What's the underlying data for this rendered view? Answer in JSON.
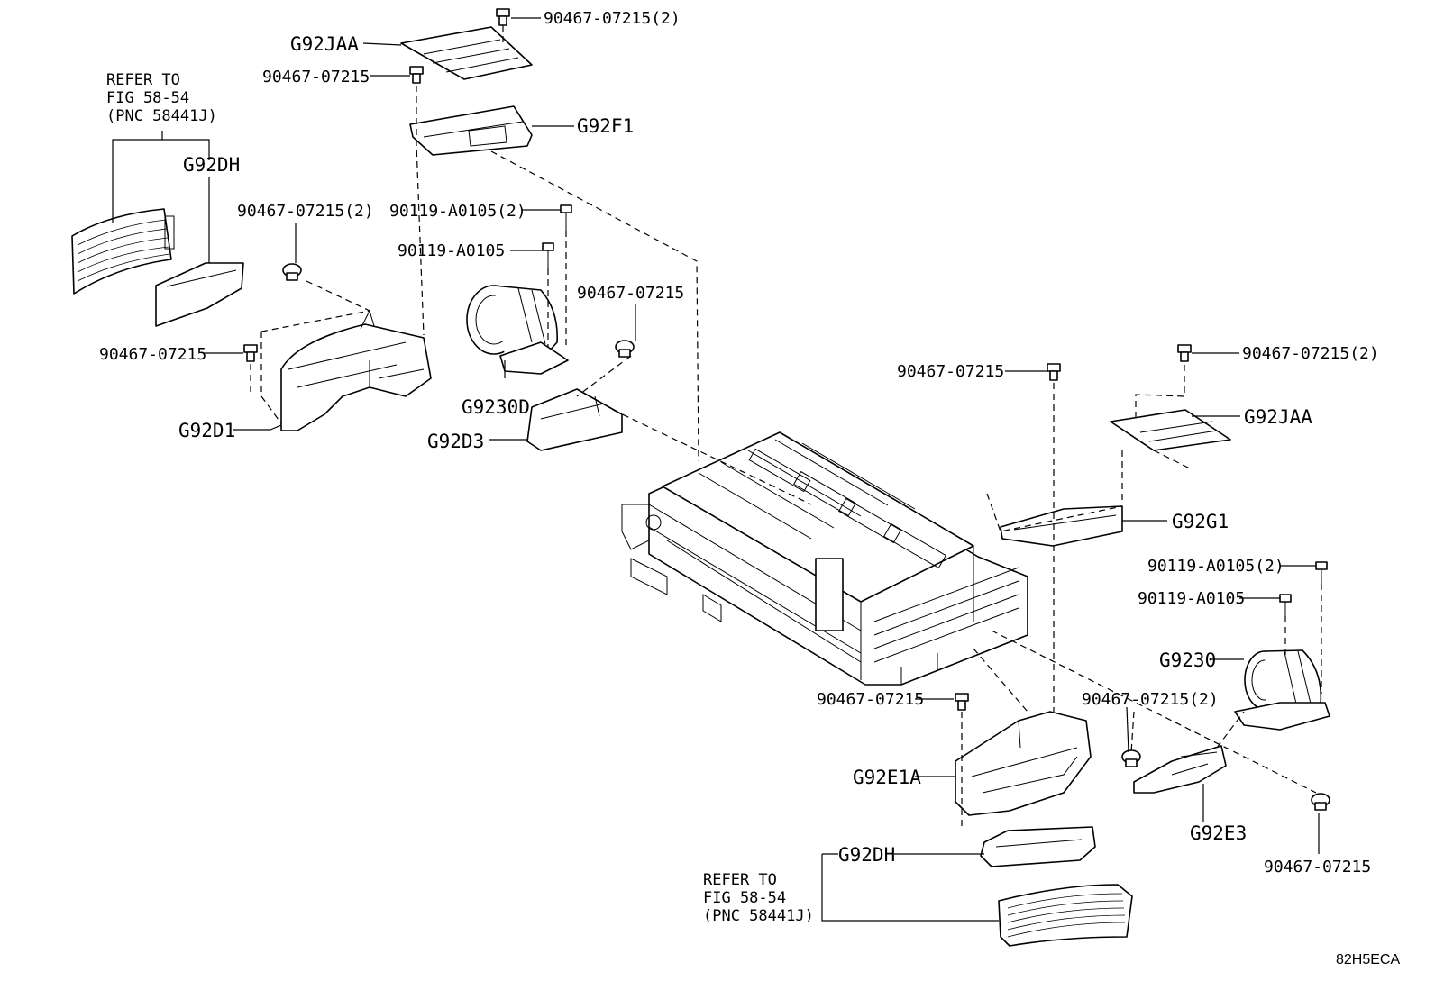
{
  "labels": {
    "g92jaa_top": "G92JAA",
    "g92jaa_right": "G92JAA",
    "g92f1": "G92F1",
    "g92dh_top": "G92DH",
    "g92dh_bottom": "G92DH",
    "g92d1": "G92D1",
    "g9230d": "G9230D",
    "g92d3": "G92D3",
    "g92g1": "G92G1",
    "g9230": "G9230",
    "g92e1a": "G92E1A",
    "g92e3": "G92E3",
    "p_90467_07215_2_top": "90467-07215(2)",
    "p_90467_07215_topleft": "90467-07215",
    "p_90467_07215_2_mid": "90467-07215(2)",
    "p_90119_a0105_2_mid": "90119-A0105(2)",
    "p_90119_a0105_mid": "90119-A0105",
    "p_90467_07215_center": "90467-07215",
    "p_90467_07215_left": "90467-07215",
    "p_90467_07215_rightmid": "90467-07215",
    "p_90467_07215_2_right": "90467-07215(2)",
    "p_90119_a0105_2_right": "90119-A0105(2)",
    "p_90119_a0105_right": "90119-A0105",
    "p_90467_07215_bottom": "90467-07215",
    "p_90467_07215_2_bottom": "90467-07215(2)",
    "p_90467_07215_bottomright": "90467-07215"
  },
  "refer_top": [
    "REFER TO",
    "FIG 58-54",
    "(PNC 58441J)"
  ],
  "refer_bottom": [
    "REFER TO",
    "FIG 58-54",
    "(PNC 58441J)"
  ],
  "diagram_code": "82H5ECA"
}
